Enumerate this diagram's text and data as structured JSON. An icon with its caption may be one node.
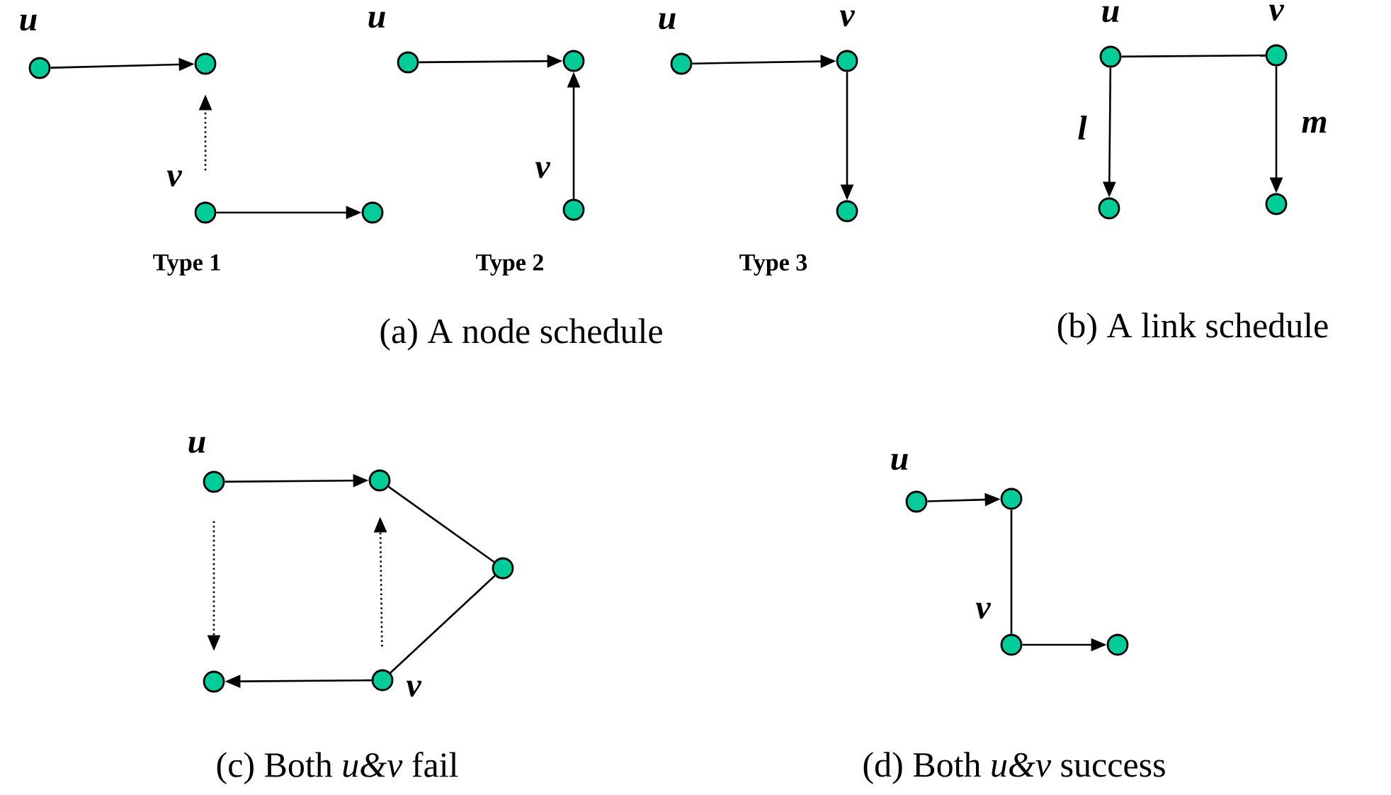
{
  "diagram": {
    "nodes": [
      {
        "text": [],
        "shape": "circle",
        "beside": [
          "u"
        ]
      },
      {
        "text": [],
        "shape": "circle"
      },
      {
        "text": [],
        "shape": "circle",
        "beside": [
          "v"
        ]
      },
      {
        "text": [],
        "shape": "circle"
      },
      {
        "text": [],
        "shape": "circle",
        "beside": [
          "u"
        ]
      },
      {
        "text": [],
        "shape": "circle"
      },
      {
        "text": [],
        "shape": "circle",
        "beside": [
          "v"
        ]
      },
      {
        "text": [],
        "shape": "circle",
        "beside": [
          "u"
        ]
      },
      {
        "text": [],
        "shape": "circle",
        "beside": [
          "v"
        ]
      },
      {
        "text": [],
        "shape": "circle"
      },
      {
        "text": [],
        "shape": "circle",
        "beside": [
          "u"
        ]
      },
      {
        "text": [],
        "shape": "circle",
        "beside": [
          "v"
        ]
      },
      {
        "text": [],
        "shape": "circle"
      },
      {
        "text": [],
        "shape": "circle"
      },
      {
        "text": [],
        "shape": "circle",
        "beside": [
          "u"
        ]
      },
      {
        "text": [],
        "shape": "circle"
      },
      {
        "text": [],
        "shape": "circle"
      },
      {
        "text": [],
        "shape": "circle"
      },
      {
        "text": [],
        "shape": "circle",
        "beside": [
          "v"
        ]
      },
      {
        "text": [],
        "shape": "circle",
        "beside": [
          "u"
        ]
      },
      {
        "text": [],
        "shape": "circle"
      },
      {
        "text": [],
        "shape": "circle",
        "beside": [
          "v"
        ]
      },
      {
        "text": [],
        "shape": "circle"
      }
    ],
    "edges": [
      {
        "from": 0,
        "to": 1,
        "arrow": "to"
      },
      {
        "from": 2,
        "to": 1,
        "arrow": "to",
        "style": "dashed"
      },
      {
        "from": 2,
        "to": 3,
        "arrow": "to"
      },
      {
        "from": 4,
        "to": 5,
        "arrow": "to"
      },
      {
        "from": 6,
        "to": 5,
        "arrow": "to"
      },
      {
        "from": 7,
        "to": 8,
        "arrow": "to"
      },
      {
        "from": 8,
        "to": 9,
        "arrow": "to"
      },
      {
        "from": 10,
        "to": 11,
        "arrow": "none"
      },
      {
        "from": 10,
        "to": 12,
        "arrow": "to",
        "label": "l"
      },
      {
        "from": 11,
        "to": 13,
        "arrow": "to",
        "label": "m"
      },
      {
        "from": 14,
        "to": 15,
        "arrow": "to"
      },
      {
        "from": 15,
        "to": 16,
        "arrow": "none"
      },
      {
        "from": 16,
        "to": 18,
        "arrow": "none"
      },
      {
        "from": 18,
        "to": 17,
        "arrow": "to"
      },
      {
        "from": 14,
        "to": 17,
        "arrow": "to",
        "style": "dashed"
      },
      {
        "from": 18,
        "to": 15,
        "arrow": "to",
        "style": "dashed"
      },
      {
        "from": 19,
        "to": 20,
        "arrow": "to"
      },
      {
        "from": 20,
        "to": 21,
        "arrow": "none"
      },
      {
        "from": 21,
        "to": 22,
        "arrow": "to"
      }
    ],
    "labels": [
      "Type 1",
      "Type 2",
      "Type 3",
      "(a) A node schedule",
      "(b) A link schedule",
      "(c) Both *u&v* fail",
      "(d) Both *u&v* success"
    ]
  }
}
